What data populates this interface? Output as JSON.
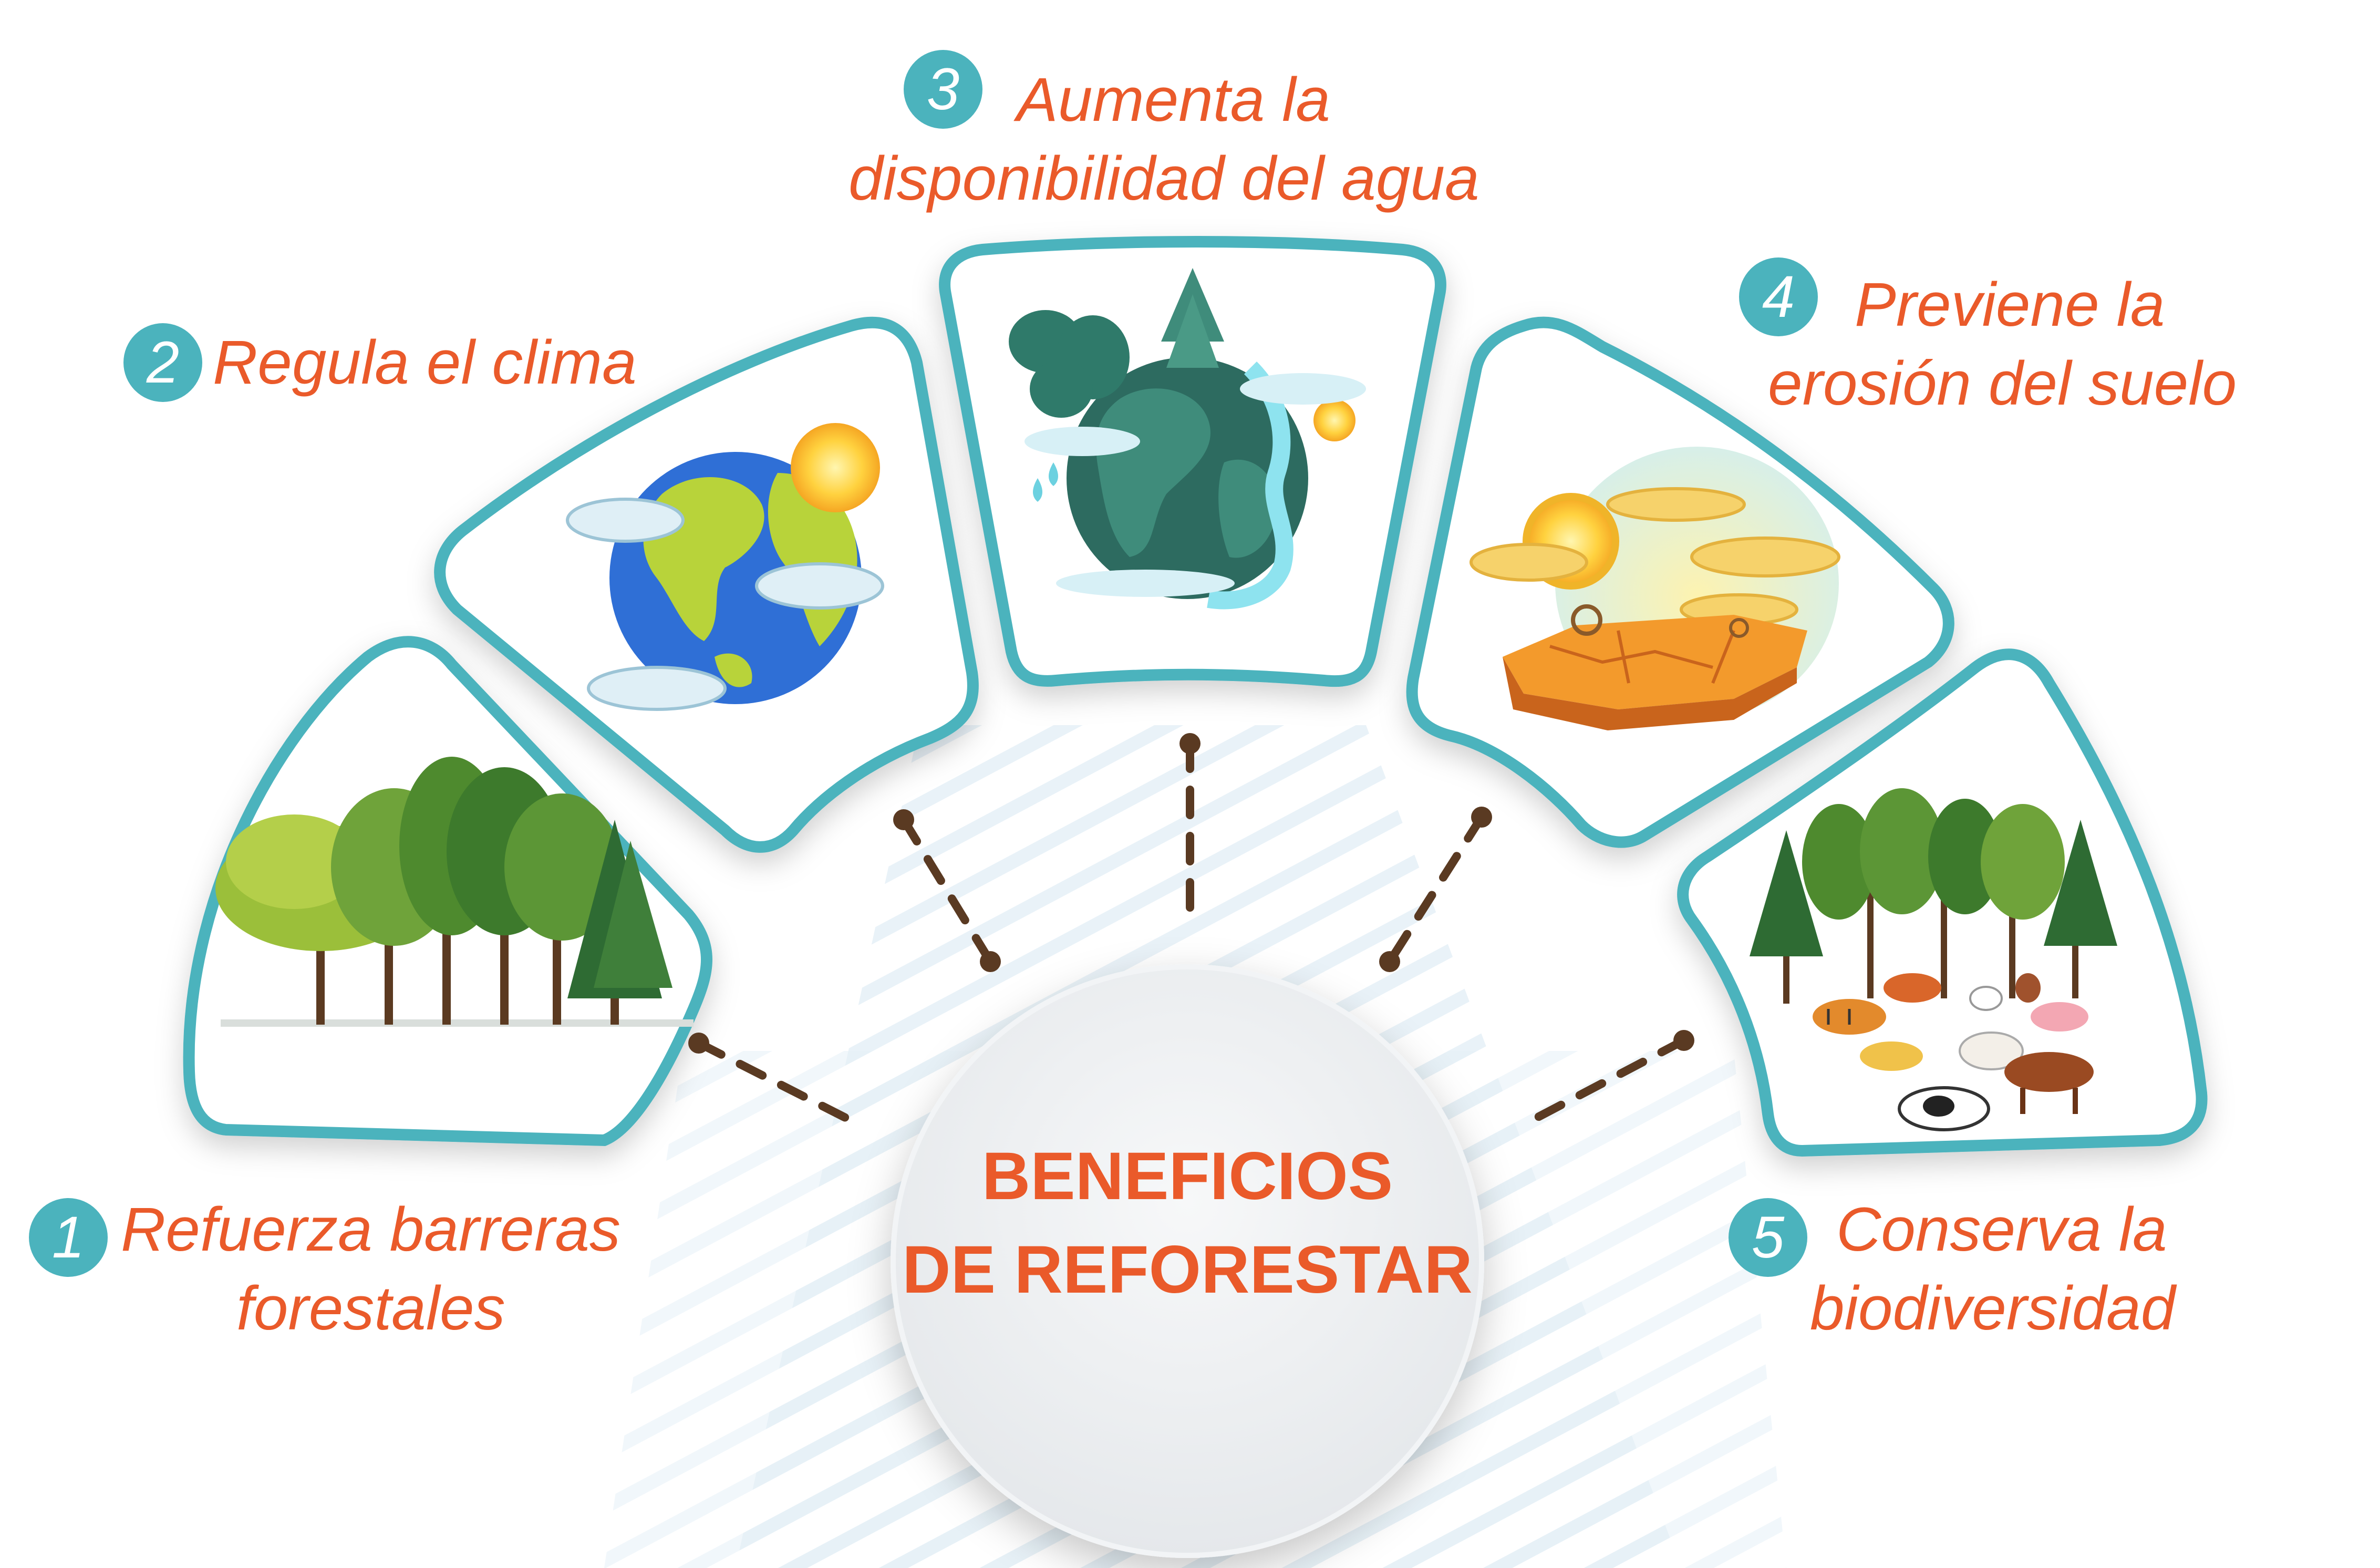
{
  "title": {
    "line1": "BENEFICIOS",
    "line2": "DE REFORESTAR"
  },
  "benefits": [
    {
      "number": "1",
      "lines": [
        "Refuerza barreras",
        "forestales"
      ],
      "icon": "trees-icon"
    },
    {
      "number": "2",
      "lines": [
        "Regula el clima"
      ],
      "icon": "earth-weather-icon"
    },
    {
      "number": "3",
      "lines": [
        "Aumenta la",
        "disponibilidad del agua"
      ],
      "icon": "green-planet-water-icon"
    },
    {
      "number": "4",
      "lines": [
        "Previene la",
        "erosión del suelo"
      ],
      "icon": "eroded-soil-icon"
    },
    {
      "number": "5",
      "lines": [
        "Conserva la",
        "biodiversidad"
      ],
      "icon": "forest-animals-icon"
    }
  ],
  "colors": {
    "accent_orange": "#ea5a2a",
    "accent_teal": "#4bb3bd",
    "connector_brown": "#5a3a22",
    "panel_bg": "#ffffff",
    "stripe": "#e6f0f7"
  }
}
